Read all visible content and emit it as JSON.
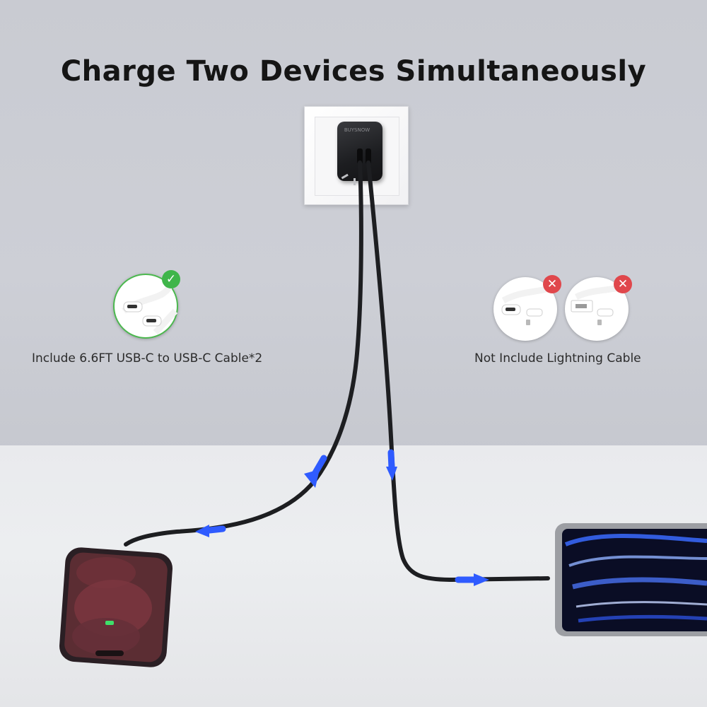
{
  "headline": "Charge Two Devices Simultaneously",
  "included_caption": "Include 6.6FT USB-C to USB-C Cable*2",
  "excluded_caption": "Not Include Lightning Cable",
  "charger_brand_mark": "BUYSNOW",
  "colors": {
    "check_green": "#3fb54a",
    "cross_red": "#e0474c",
    "arrow_blue": "#2f5bff",
    "cable_black": "#1d1e21"
  },
  "icons": {
    "included": "check-icon",
    "excluded": "cross-icon"
  }
}
